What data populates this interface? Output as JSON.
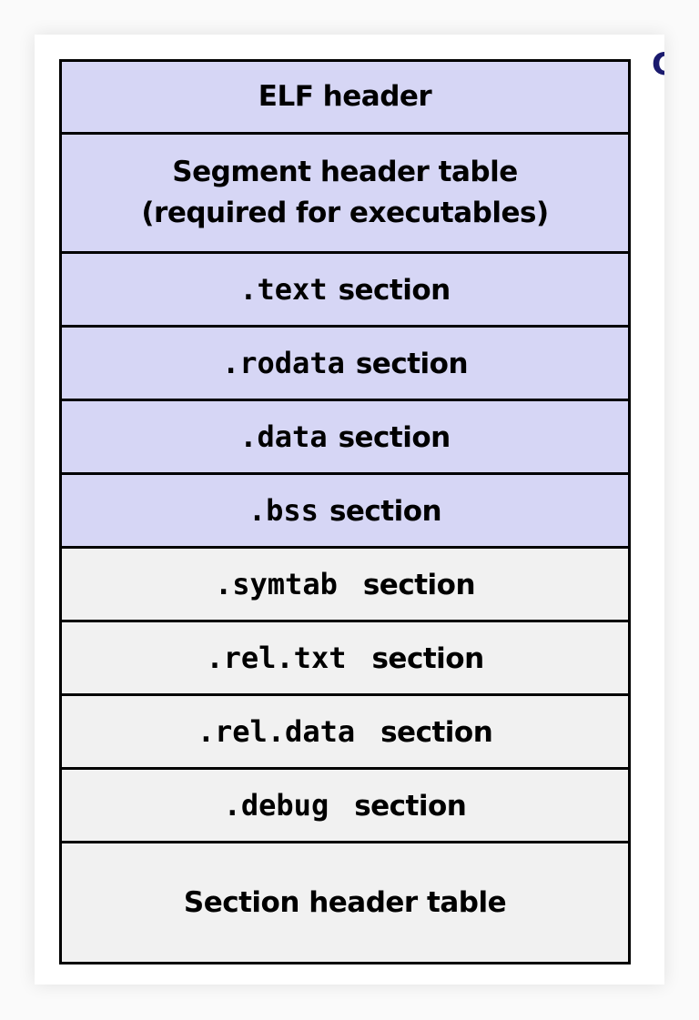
{
  "corner_text": "C",
  "rows": [
    {
      "line1": "ELF header",
      "kind": "plain"
    },
    {
      "line1": "Segment header table",
      "line2": "(required for executables)",
      "kind": "plain"
    },
    {
      "code": ".text",
      "suffix": "section",
      "kind": "code"
    },
    {
      "code": ".rodata",
      "suffix": "section",
      "kind": "code"
    },
    {
      "code": ".data",
      "suffix": "section",
      "kind": "code"
    },
    {
      "code": ".bss",
      "suffix": "section",
      "kind": "code"
    },
    {
      "code": ".symtab",
      "suffix": "section",
      "kind": "code"
    },
    {
      "code": ".rel.txt",
      "suffix": "section",
      "kind": "code"
    },
    {
      "code": ".rel.data",
      "suffix": "section",
      "kind": "code"
    },
    {
      "code": ".debug",
      "suffix": "section",
      "kind": "code"
    },
    {
      "line1": "Section header table",
      "kind": "plain"
    }
  ],
  "colors": {
    "loaded_fill": "#d6d6f5",
    "unloaded_fill": "#f1f1f1",
    "border": "#000000",
    "corner_glyph": "#1a1a6e"
  }
}
